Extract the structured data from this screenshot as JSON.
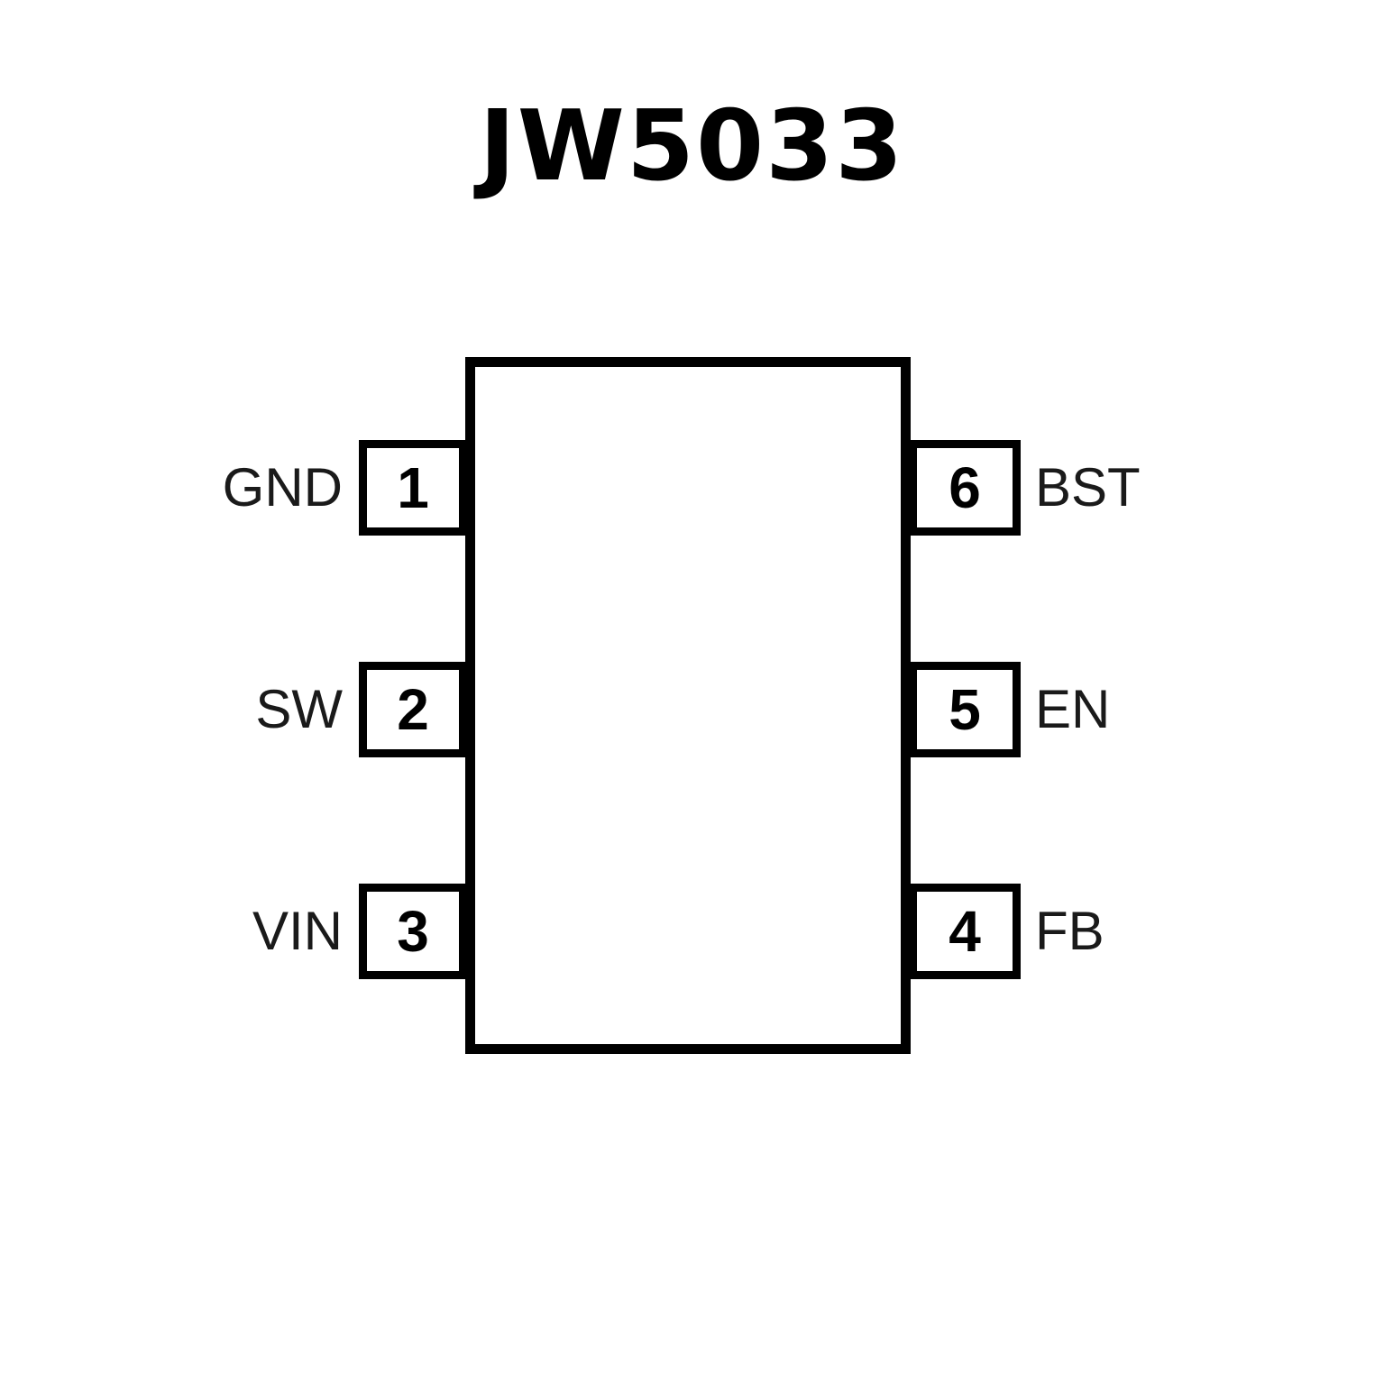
{
  "title": "JW5033",
  "chip": {
    "package_sides": {
      "left_pins": [
        {
          "number": "1",
          "label": "GND"
        },
        {
          "number": "2",
          "label": "SW"
        },
        {
          "number": "3",
          "label": "VIN"
        }
      ],
      "right_pins": [
        {
          "number": "6",
          "label": "BST"
        },
        {
          "number": "5",
          "label": "EN"
        },
        {
          "number": "4",
          "label": "FB"
        }
      ]
    }
  },
  "colors": {
    "outline": "#000000",
    "background": "#ffffff",
    "label_text": "#1a1a1a"
  }
}
